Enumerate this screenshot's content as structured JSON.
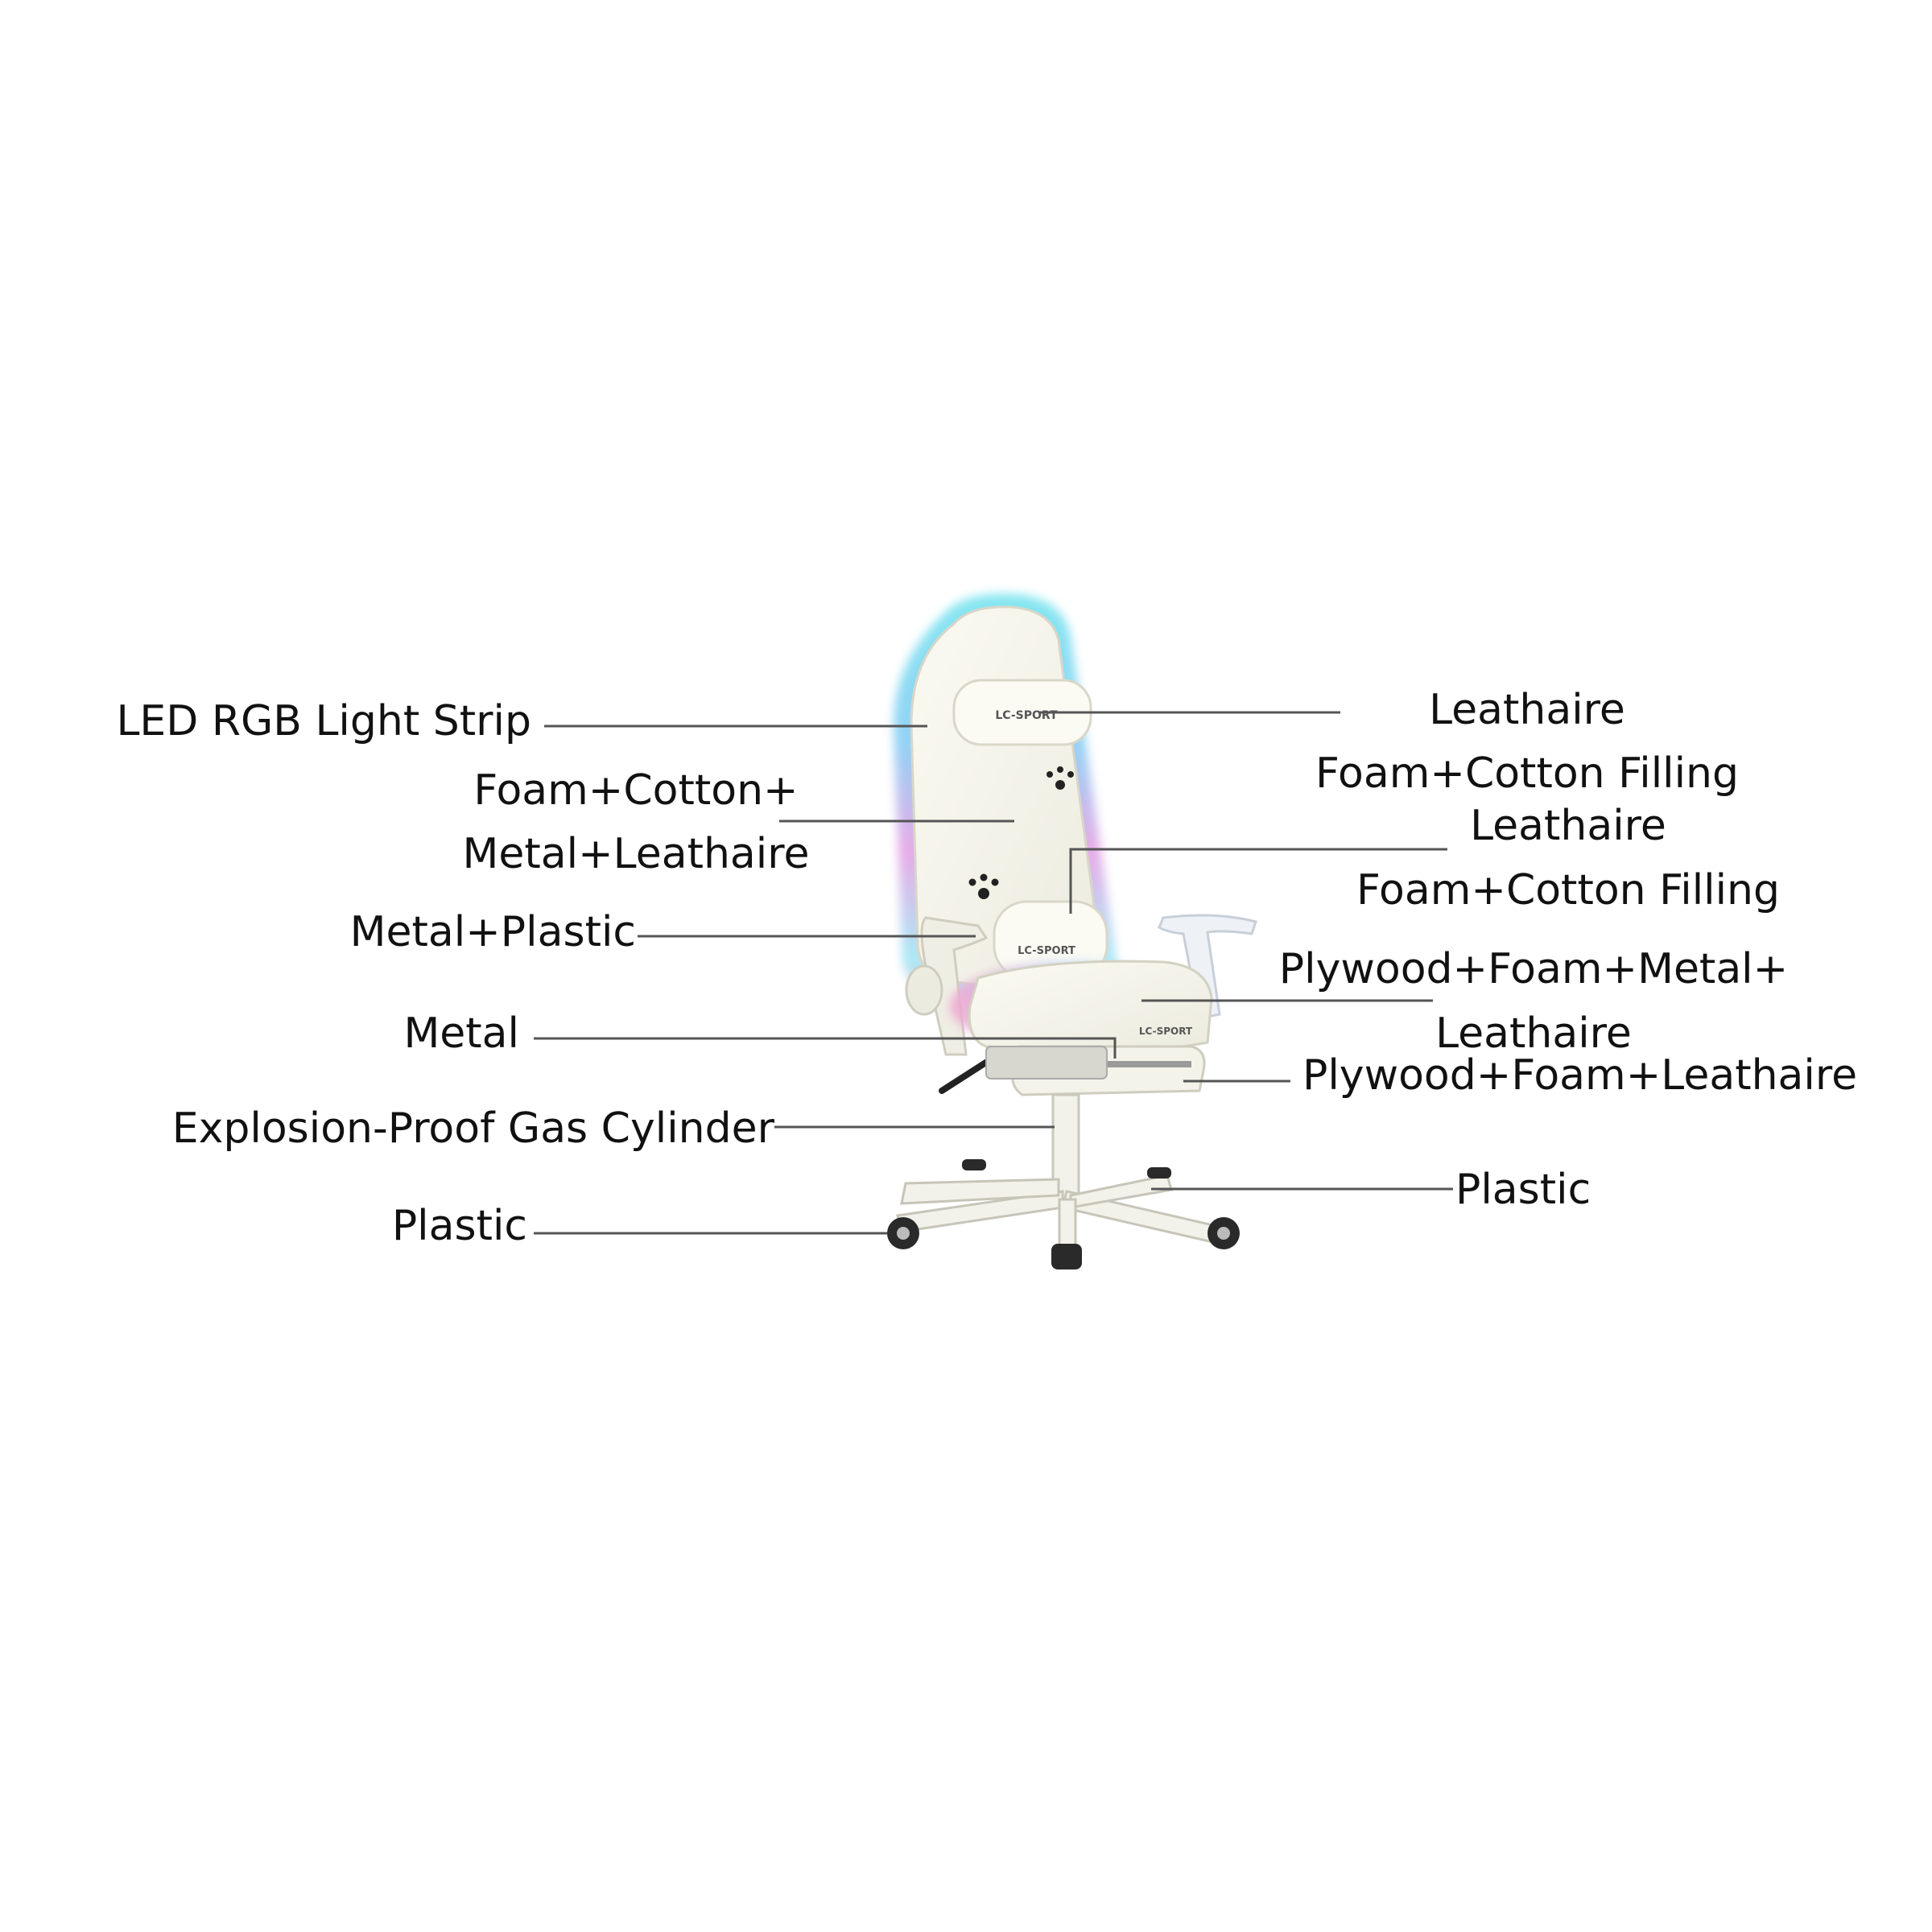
{
  "chair": {
    "brand_text": "LC-SPORT"
  },
  "labels": {
    "left": [
      {
        "id": "led",
        "lines": [
          "LED RGB Light Strip"
        ]
      },
      {
        "id": "backrest",
        "lines": [
          "Foam+Cotton+",
          "Metal+Leathaire"
        ]
      },
      {
        "id": "armrest",
        "lines": [
          "Metal+Plastic"
        ]
      },
      {
        "id": "mechanism",
        "lines": [
          "Metal"
        ]
      },
      {
        "id": "cylinder",
        "lines": [
          "Explosion-Proof Gas Cylinder"
        ]
      },
      {
        "id": "casters",
        "lines": [
          "Plastic"
        ]
      }
    ],
    "right": [
      {
        "id": "headrest",
        "lines": [
          "Leathaire",
          "Foam+Cotton Filling"
        ]
      },
      {
        "id": "lumbar",
        "lines": [
          "Leathaire",
          "Foam+Cotton Filling"
        ]
      },
      {
        "id": "seat",
        "lines": [
          "Plywood+Foam+Metal+",
          "Leathaire"
        ]
      },
      {
        "id": "footrest",
        "lines": [
          "Plywood+Foam+Leathaire"
        ]
      },
      {
        "id": "base",
        "lines": [
          "Plastic"
        ]
      }
    ]
  }
}
